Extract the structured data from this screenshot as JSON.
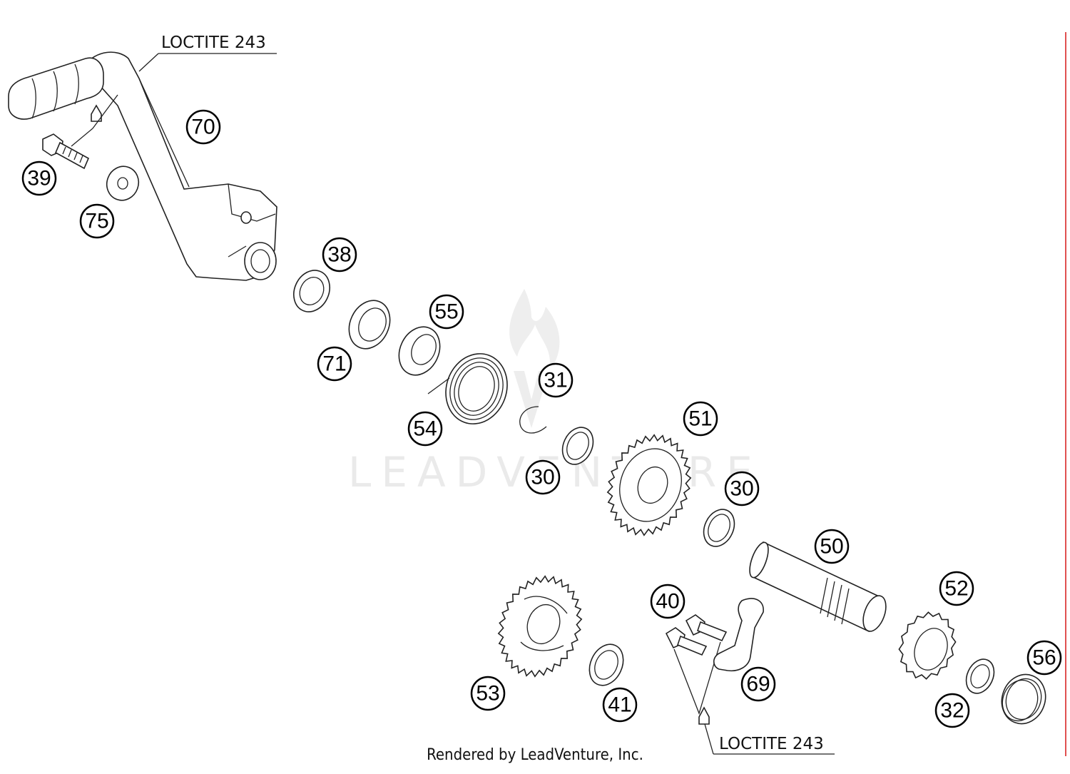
{
  "watermark": {
    "text": "LEADVENTURE"
  },
  "notes": [
    {
      "id": "loctite-top",
      "text": "LOCTITE 243"
    },
    {
      "id": "loctite-bottom",
      "text": "LOCTITE 243"
    }
  ],
  "callouts": [
    {
      "id": "70",
      "label": "70"
    },
    {
      "id": "39",
      "label": "39"
    },
    {
      "id": "75",
      "label": "75"
    },
    {
      "id": "38",
      "label": "38"
    },
    {
      "id": "55",
      "label": "55"
    },
    {
      "id": "71",
      "label": "71"
    },
    {
      "id": "31",
      "label": "31"
    },
    {
      "id": "54",
      "label": "54"
    },
    {
      "id": "51",
      "label": "51"
    },
    {
      "id": "30a",
      "label": "30"
    },
    {
      "id": "30b",
      "label": "30"
    },
    {
      "id": "50",
      "label": "50"
    },
    {
      "id": "52",
      "label": "52"
    },
    {
      "id": "40",
      "label": "40"
    },
    {
      "id": "53",
      "label": "53"
    },
    {
      "id": "41",
      "label": "41"
    },
    {
      "id": "69",
      "label": "69"
    },
    {
      "id": "56",
      "label": "56"
    },
    {
      "id": "32",
      "label": "32"
    }
  ],
  "credit": "Rendered by LeadVenture, Inc.",
  "colors": {
    "line": "#222222",
    "border_right": "#e05050",
    "watermark": "#e8e8e8"
  }
}
